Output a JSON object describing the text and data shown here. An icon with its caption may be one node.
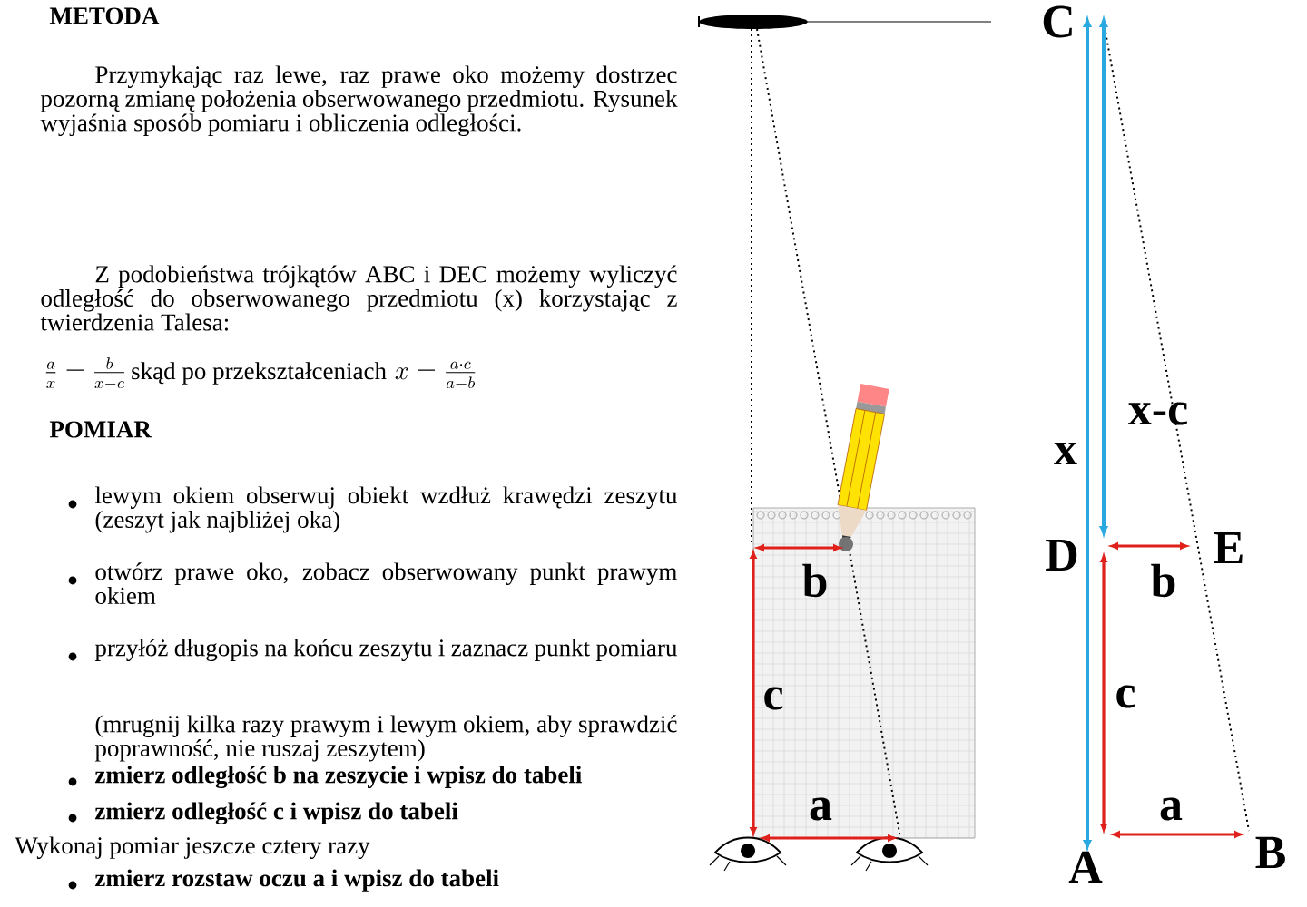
{
  "diagram": {
    "labels": [
      "METODA",
      "Przymykając raz lewe, raz prawe oko możemy dostrzec pozorną zmianę położenia obserwowanego przedmiotu. Rysunek wyjaśnia sposób pomiaru i obliczenia odległości.",
      "Z podobieństwa trójkątów ABC i DEC możemy wyliczyć odległość do obserwowanego przedmiotu (x) korzystając z twierdzenia Talesa:",
      "\\frac{a}{x}=\\frac{b}{x-c}",
      "skąd po przekształceniach",
      "x=\\frac{a\\cdot c}{a-b}",
      "POMIAR",
      "lewym okiem obserwuj obiekt wzdłuż krawędzi zeszytu (zeszyt jak najbliżej oka)",
      "otwórz prawe oko, zobacz obserwowany punkt prawym okiem",
      "przyłóż długopis na końcu zeszytu i zaznacz punkt pomiaru",
      "(mrugnij kilka razy prawym i lewym okiem, aby sprawdzić poprawność, nie ruszaj zeszytem)",
      "zmierz odległość b na zeszycie i wpisz do tabeli",
      "zmierz odległość c i wpisz do tabeli",
      "Wykonaj pomiar jeszcze cztery razy",
      "zmierz rozstaw oczu a i wpisz do tabeli",
      "b",
      "c",
      "a",
      "C",
      "x",
      "x-c",
      "D",
      "E",
      "b",
      "c",
      "a",
      "A",
      "B"
    ]
  }
}
